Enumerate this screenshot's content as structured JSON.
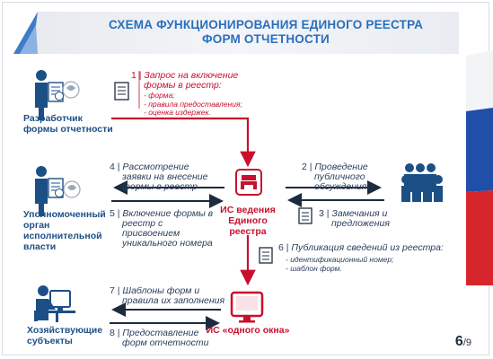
{
  "title": {
    "line1": "СХЕМА ФУНКЦИОНИРОВАНИЯ ЕДИНОГО РЕЕСТРА",
    "line2": "ФОРМ ОТЧЕТНОСТИ"
  },
  "actors": {
    "developer": {
      "label1": "Разработчик",
      "label2": "формы отчетности",
      "icon": "presenter-with-document-icon"
    },
    "authority": {
      "label1": "Уполномоченный",
      "label2": "орган",
      "label3": "исполнительной",
      "label4": "власти",
      "icon": "official-with-document-icon"
    },
    "subjects": {
      "label1": "Хозяйствующие",
      "label2": "субъекты",
      "icon": "person-at-computer-icon"
    },
    "public": {
      "icon": "people-group-icon"
    }
  },
  "systems": {
    "registry": {
      "label1": "ИС ведения",
      "label2": "Единого реестра",
      "icon": "printer-monitor-icon"
    },
    "one_window": {
      "label": "ИС «одного окна»",
      "icon": "monitor-icon"
    }
  },
  "steps": {
    "s1": {
      "num": "1",
      "line1": "Запрос на включение",
      "line2": "формы в реестр:",
      "items": [
        "- форма;",
        "- правила предоставления;",
        "- оценка издержек."
      ]
    },
    "s2": {
      "num": "2",
      "line1": "Проведение",
      "line2": "публичного",
      "line3": "обсуждения"
    },
    "s3": {
      "num": "3",
      "line1": "Замечания и",
      "line2": "предложения"
    },
    "s4": {
      "num": "4",
      "line1": "Рассмотрение",
      "line2": "заявки на внесение",
      "line3": "формы в реестр"
    },
    "s5": {
      "num": "5",
      "line1": "Включение формы в",
      "line2": "реестр с",
      "line3": "присвоением",
      "line4": "уникального номера"
    },
    "s6": {
      "num": "6",
      "line1": "Публикация сведений из реестра:",
      "items": [
        "- идентификационный номер;",
        "- шаблон форм."
      ]
    },
    "s7": {
      "num": "7",
      "line1": "Шаблоны форм и",
      "line2": "правила их заполнения"
    },
    "s8": {
      "num": "8",
      "line1": "Предоставление",
      "line2": "форм отчетности"
    }
  },
  "page": {
    "current": "6",
    "total": "/9"
  },
  "colors": {
    "accent_red": "#c8102e",
    "dark_blue": "#1c4f86",
    "title_blue": "#2a6fbd",
    "flag_blue": "#1f4fa8"
  }
}
